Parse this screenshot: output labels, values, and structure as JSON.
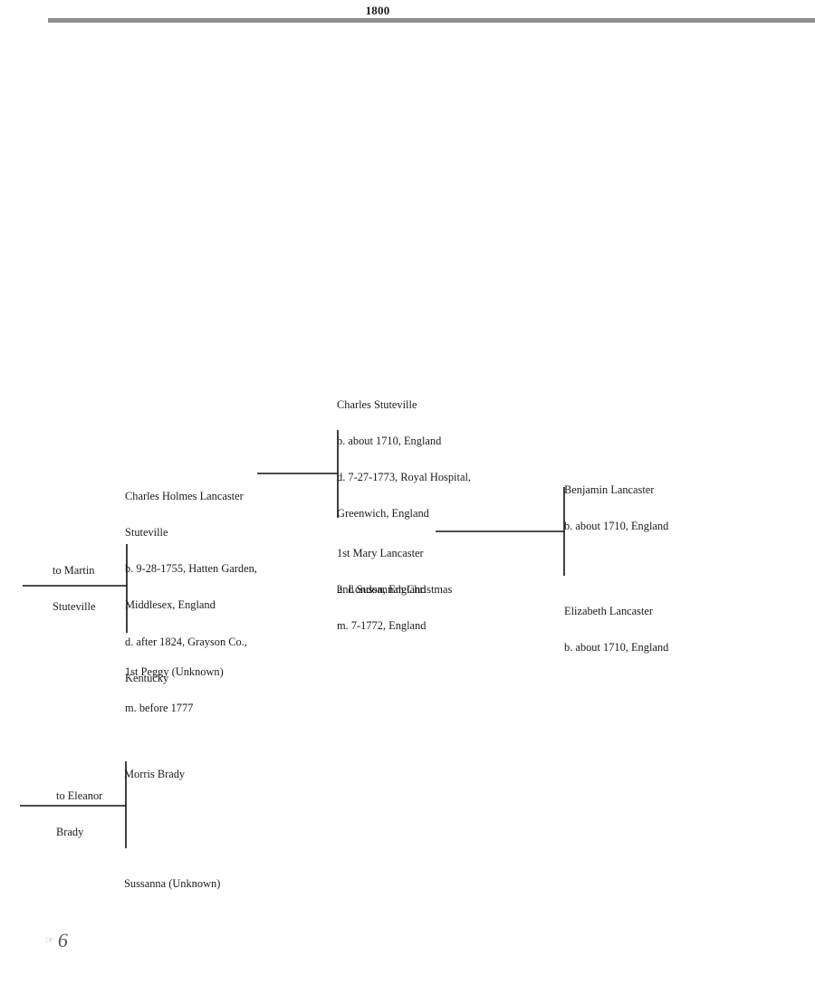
{
  "header": {
    "year": "1800"
  },
  "links": {
    "martin": [
      "to Martin",
      "Stuteville"
    ],
    "eleanor": [
      "to Eleanor",
      "Brady"
    ]
  },
  "people": {
    "charles_holmes": [
      "Charles Holmes Lancaster",
      "Stuteville",
      "b. 9-28-1755, Hatten Garden,",
      "Middlesex, England",
      "d. after 1824, Grayson Co.,",
      "Kentucky"
    ],
    "peggy": [
      "1st Peggy (Unknown)",
      "m. before 1777"
    ],
    "charles_stuteville": [
      "Charles Stuteville",
      "b. about 1710, England",
      "d. 7-27-1773, Royal Hospital,",
      "Greenwich, England"
    ],
    "mary_lancaster": [
      "1st Mary Lancaster",
      "b. London, England"
    ],
    "sussannah": [
      "2nd Sussannah Christmas",
      "m. 7-1772, England"
    ],
    "benjamin": [
      "Benjamin Lancaster",
      "b. about 1710, England"
    ],
    "elizabeth": [
      "Elizabeth Lancaster",
      "b. about 1710, England"
    ],
    "morris": [
      "Morris Brady"
    ],
    "sussanna": [
      "Sussanna (Unknown)"
    ]
  },
  "footer": {
    "hand_icon": "pointing-hand-icon",
    "page_number": "6"
  }
}
